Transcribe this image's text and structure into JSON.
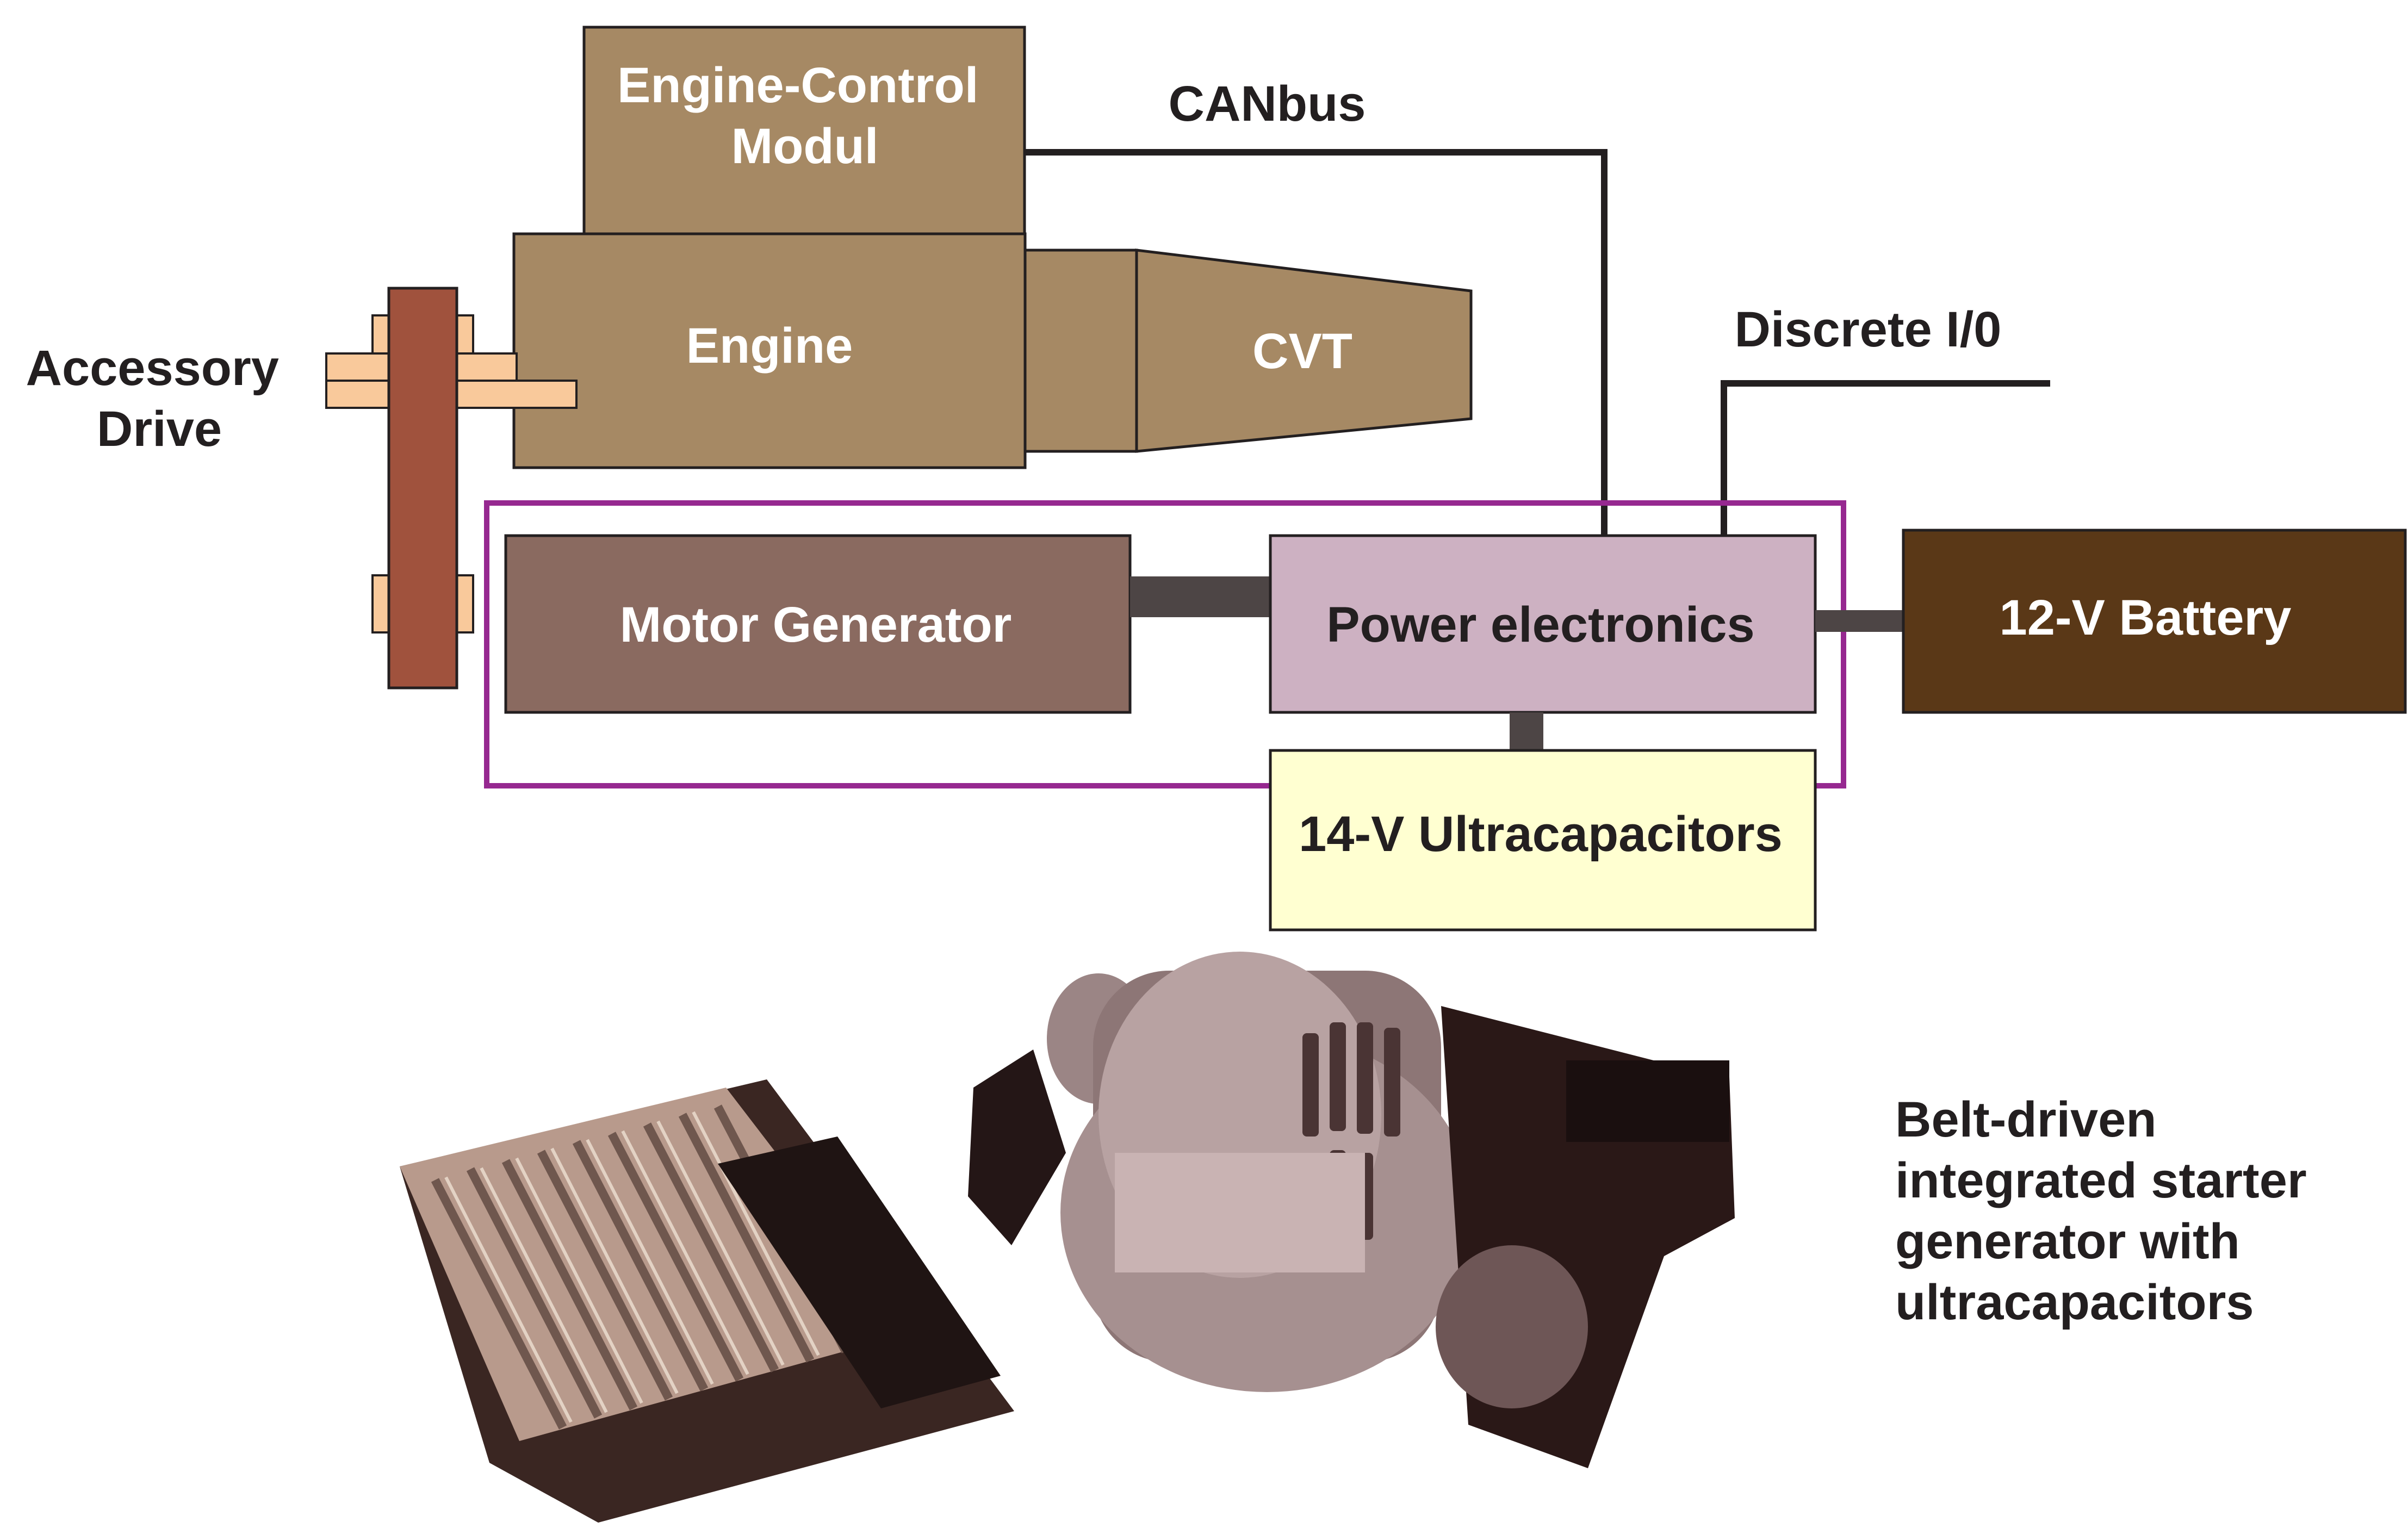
{
  "diagram": {
    "blocks": {
      "engine_control_module": "Engine-Control Modul",
      "engine": "Engine",
      "cvt": "CVT",
      "motor_generator": "Motor Generator",
      "power_electronics": "Power electronics",
      "battery": "12-V Battery",
      "ultracapacitors": "14-V Ultracapacitors"
    },
    "labels": {
      "canbus": "CANbus",
      "discrete_io": "Discrete I/0",
      "accessory_drive": "Accessory Drive"
    },
    "caption": "Belt-driven integrated starter generator with ultracapacitors"
  },
  "colors": {
    "engine_tan": "#a68964",
    "motor_generator": "#8a6a60",
    "power_electronics": "#cdb1c2",
    "battery": "#5a3817",
    "ultracapacitors": "#ffffd1",
    "belt": "#a0523d",
    "pulley": "#f9c99b",
    "enclosure": "#962890",
    "link": "#4d4545",
    "wire": "#231f20"
  }
}
